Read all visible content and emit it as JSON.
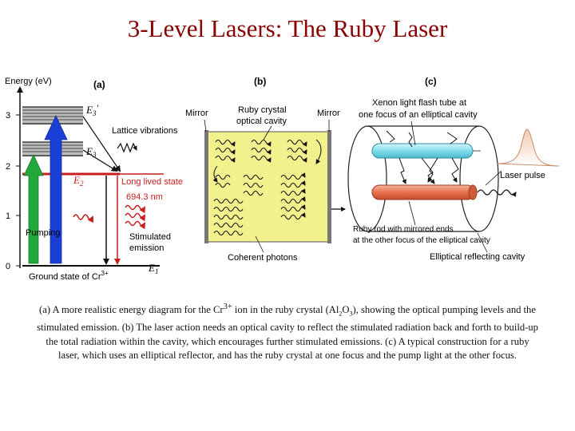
{
  "title": "3-Level Lasers: The Ruby Laser",
  "panel_a": {
    "label": "(a)",
    "axis_label": "Energy (eV)",
    "ticks": [
      "3",
      "2",
      "1",
      "0"
    ],
    "level_e3": "E",
    "level_e3_sub": "3",
    "level_e3_prime": "′",
    "level_e2": "E",
    "level_e2_sub": "2",
    "level_e1": "E",
    "level_e1_sub": "1",
    "lattice_vibrations": "Lattice vibrations",
    "long_lived_state": "Long lived state",
    "wavelength": "694.3 nm",
    "stimulated_1": "Stimulated",
    "stimulated_2": "emission",
    "pumping": "Pumping",
    "ground_state": "Ground state of Cr",
    "ground_state_sup": "3+"
  },
  "panel_b": {
    "label": "(b)",
    "mirror_left": "Mirror",
    "mirror_right": "Mirror",
    "ruby_1": "Ruby crystal",
    "ruby_2": "optical cavity",
    "coherent_photons": "Coherent photons"
  },
  "panel_c": {
    "label": "(c)",
    "xenon_1": "Xenon light flash tube at",
    "xenon_2": "one focus of an elliptical cavity",
    "laser_pulse": "Laser pulse",
    "rod_1": "Ruby rod with mirrored ends",
    "rod_2": "at the other focus of the elliptical cavity",
    "elliptical": "Elliptical reflecting cavity"
  },
  "caption": {
    "part1": "(a) A more realistic energy diagram for the Cr",
    "sup": "3+",
    "part2": " ion in the ruby crystal (Al",
    "sub1": "2",
    "part3": "O",
    "sub2": "3",
    "part4": "), showing the optical pumping levels and the stimulated emission. (b) The laser action needs an optical cavity to reflect the stimulated radiation back and forth to build-up the total radiation within the cavity, which encourages further stimulated emissions. (c) A typical construction for a ruby laser, which uses an elliptical reflector, and has the ruby crystal at one focus and the pump light at the other focus."
  },
  "colors": {
    "title": "#8b0000",
    "pump_green": "#22a83a",
    "pump_blue": "#1a3fd6",
    "level_red": "#cc1e1e",
    "cavity_yellow": "#f3f08e",
    "flash_tube": "#8fe3f0",
    "ruby_rod": "#e87a5c"
  }
}
